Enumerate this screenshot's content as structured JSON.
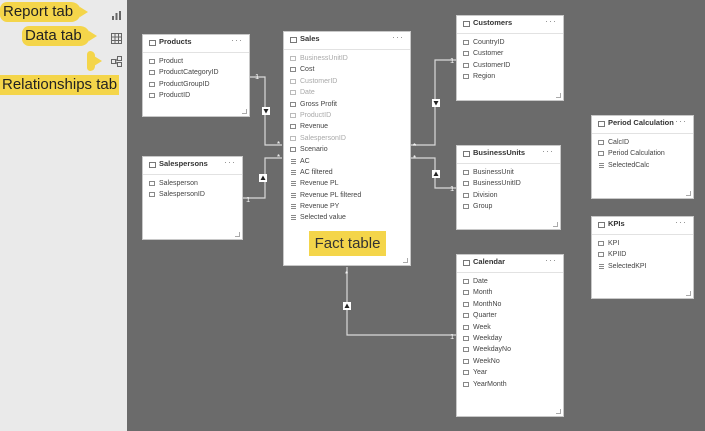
{
  "left_panel": {
    "callouts": {
      "report": "Report tab",
      "data": "Data tab",
      "relationships": "Relationships tab"
    },
    "icons": [
      "report-view-icon",
      "data-view-icon",
      "model-view-icon"
    ]
  },
  "annotation": {
    "fact_table": "Fact table"
  },
  "tables": {
    "products": {
      "title": "Products",
      "menu": "···",
      "fields": [
        "Product",
        "ProductCategoryID",
        "ProductGroupID",
        "ProductID"
      ]
    },
    "salespersons": {
      "title": "Salespersons",
      "menu": "···",
      "fields": [
        "Salesperson",
        "SalespersonID"
      ]
    },
    "sales": {
      "title": "Sales",
      "menu": "···",
      "fields": [
        "BusinessUnitID",
        "Cost",
        "CustomerID",
        "Date",
        "Gross Profit",
        "ProductID",
        "Revenue",
        "SalespersonID",
        "Scenario",
        "AC",
        "AC filtered",
        "Revenue PL",
        "Revenue PL filtered",
        "Revenue PY",
        "Selected value"
      ]
    },
    "customers": {
      "title": "Customers",
      "menu": "···",
      "fields": [
        "CountryID",
        "Customer",
        "CustomerID",
        "Region"
      ]
    },
    "business_units": {
      "title": "BusinessUnits",
      "menu": "···",
      "fields": [
        "BusinessUnit",
        "BusinessUnitID",
        "Division",
        "Group"
      ]
    },
    "calendar": {
      "title": "Calendar",
      "menu": "···",
      "fields": [
        "Date",
        "Month",
        "MonthNo",
        "Quarter",
        "Week",
        "Weekday",
        "WeekdayNo",
        "WeekNo",
        "Year",
        "YearMonth"
      ]
    },
    "period_calculation": {
      "title": "Period Calculation",
      "menu": "···",
      "fields": [
        "CalcID",
        "Period Calculation",
        "SelectedCalc"
      ]
    },
    "kpis": {
      "title": "KPIs",
      "menu": "···",
      "fields": [
        "KPI",
        "KPIID",
        "SelectedKPI"
      ]
    }
  },
  "relationship_labels": {
    "one": "1",
    "many": "*"
  }
}
